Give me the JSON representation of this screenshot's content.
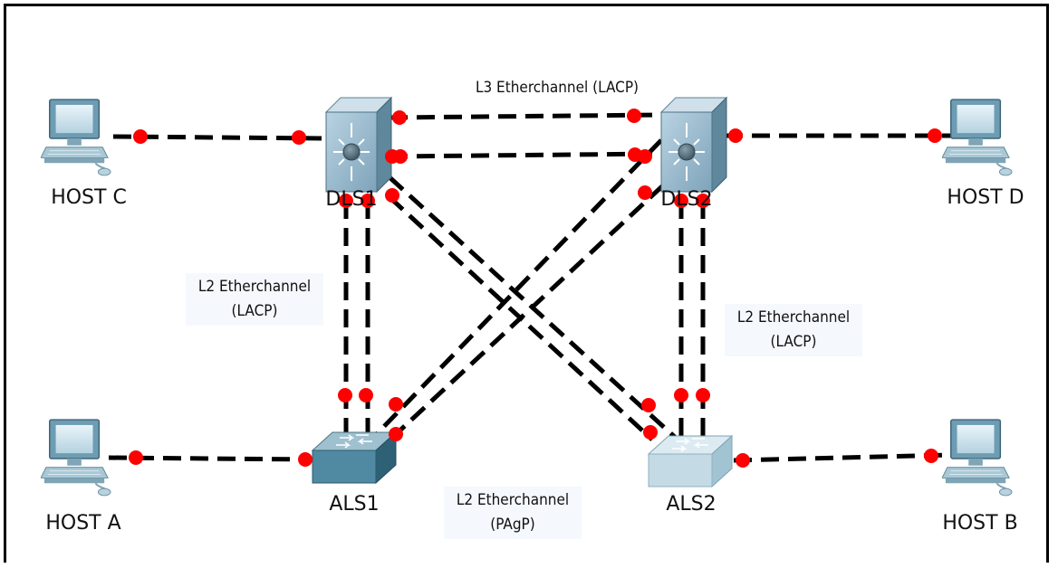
{
  "devices": {
    "host_c": {
      "label": "HOST C",
      "icon": "pc-icon"
    },
    "host_d": {
      "label": "HOST D",
      "icon": "pc-icon"
    },
    "host_a": {
      "label": "HOST A",
      "icon": "pc-icon"
    },
    "host_b": {
      "label": "HOST B",
      "icon": "pc-icon"
    },
    "dls1": {
      "label": "DLS1",
      "icon": "multilayer-switch-icon"
    },
    "dls2": {
      "label": "DLS2",
      "icon": "multilayer-switch-icon"
    },
    "als1": {
      "label": "ALS1",
      "icon": "switch-icon"
    },
    "als2": {
      "label": "ALS2",
      "icon": "switch-icon"
    }
  },
  "notes": {
    "l3_top": {
      "line1": "L3 Etherchannel (LACP)"
    },
    "l2_left": {
      "line1": "L2 Etherchannel",
      "line2": "(LACP)"
    },
    "l2_right": {
      "line1": "L2 Etherchannel",
      "line2": "(LACP)"
    },
    "l2_bottom": {
      "line1": "L2 Etherchannel",
      "line2": "(PAgP)"
    }
  },
  "colors": {
    "link": "#000000",
    "port_dot": "#ff0000",
    "note_bg": "#f5f8fd",
    "switch_body": "#7fa7bb",
    "als2_body": "#c4dbe5"
  }
}
